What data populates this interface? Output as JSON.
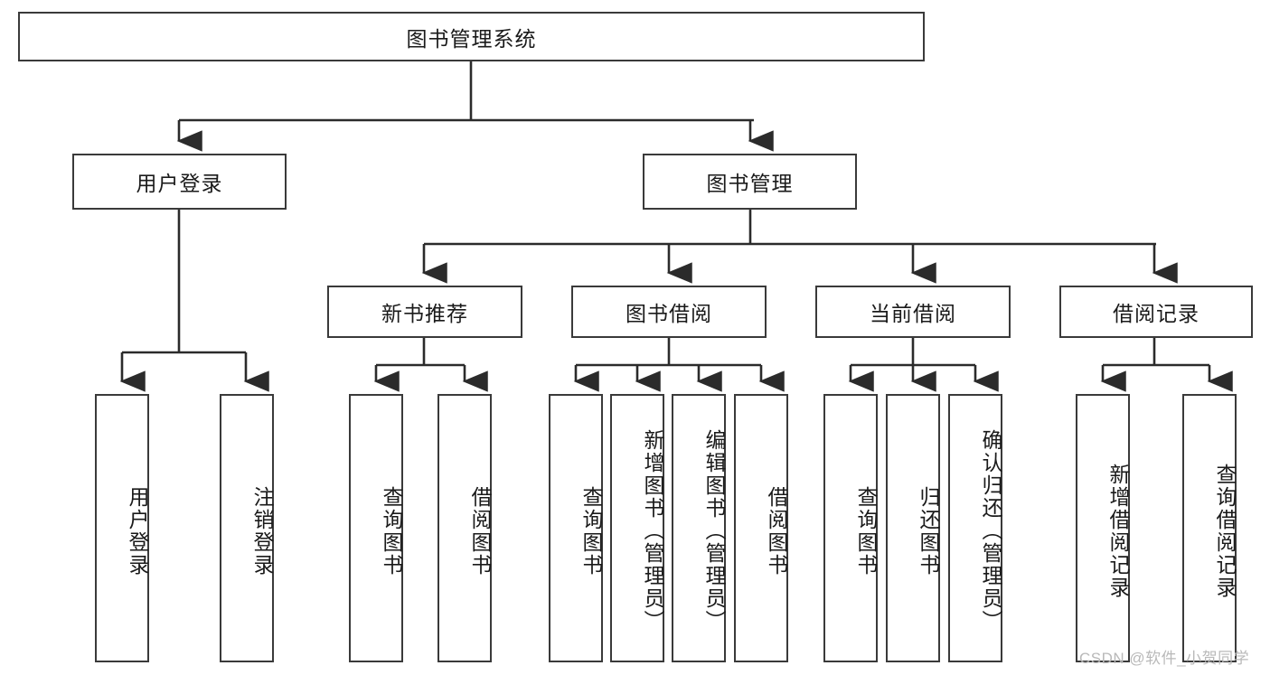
{
  "diagram": {
    "title": "图书管理系统",
    "type": "hierarchy-tree",
    "levels": 4,
    "colors": {
      "box_border": "#3a3a3a",
      "box_fill": "#ffffff",
      "edge": "#2b2b2b",
      "text": "#1a1a1a",
      "watermark": "#b9b9b9"
    },
    "root": {
      "label": "图书管理系统"
    },
    "level2": [
      {
        "label": "用户登录"
      },
      {
        "label": "图书管理"
      }
    ],
    "level3": [
      {
        "label": "新书推荐"
      },
      {
        "label": "图书借阅"
      },
      {
        "label": "当前借阅"
      },
      {
        "label": "借阅记录"
      }
    ],
    "leaves": {
      "user_login": [
        {
          "label": "用户登录"
        },
        {
          "label": "注销登录"
        }
      ],
      "new_book_recommend": [
        {
          "label": "查询图书"
        },
        {
          "label": "借阅图书"
        }
      ],
      "book_borrow": [
        {
          "label": "查询图书"
        },
        {
          "label": "新增图书（管理员）"
        },
        {
          "label": "编辑图书（管理员）"
        },
        {
          "label": "借阅图书"
        }
      ],
      "current_borrow": [
        {
          "label": "查询图书"
        },
        {
          "label": "归还图书"
        },
        {
          "label": "确认归还（管理员）"
        }
      ],
      "borrow_record": [
        {
          "label": "新增借阅记录"
        },
        {
          "label": "查询借阅记录"
        }
      ]
    }
  },
  "watermark": {
    "text": "CSDN @软件_小贺同学"
  }
}
